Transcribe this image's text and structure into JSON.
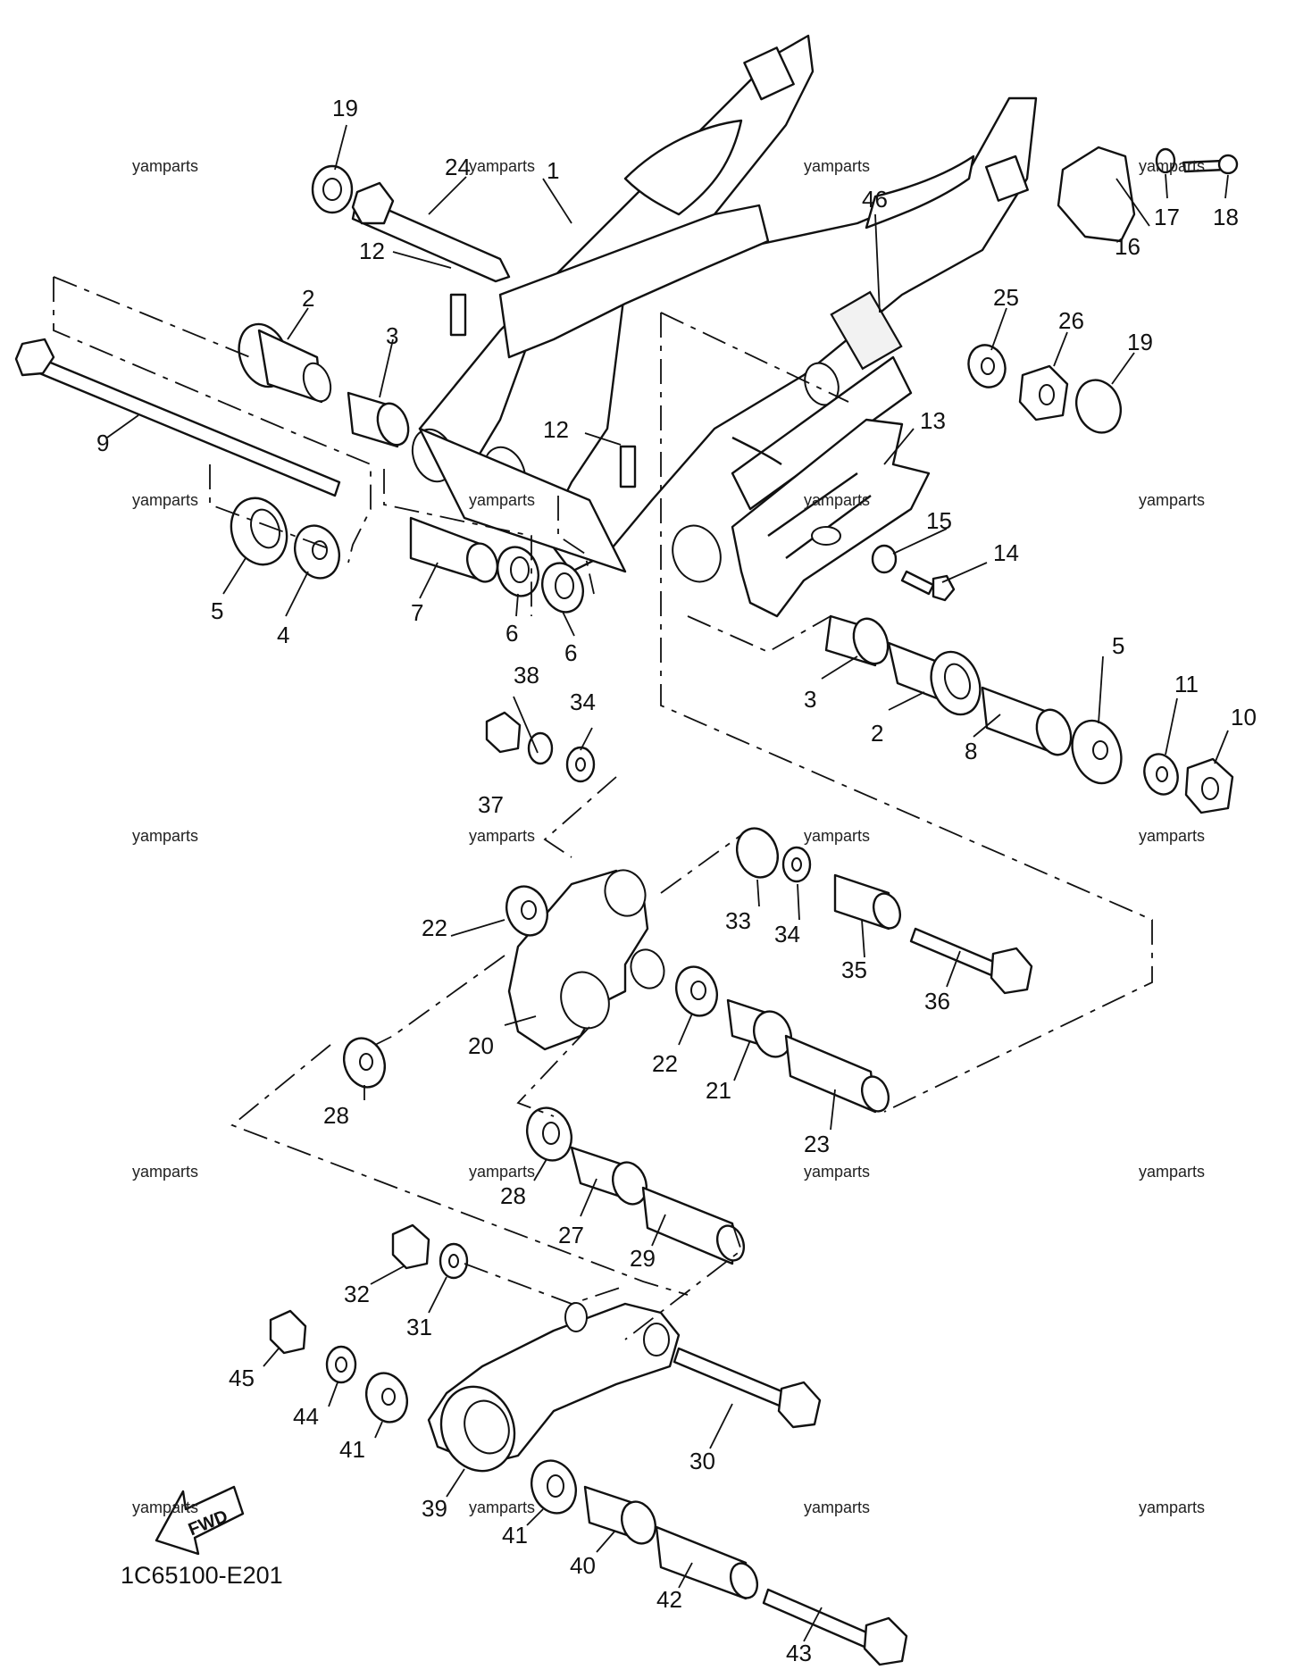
{
  "diagram_code": "1C65100-E201",
  "fwd_label": "FWD",
  "watermark": "yamparts",
  "callouts": [
    "1",
    "2",
    "3",
    "4",
    "5",
    "6",
    "7",
    "8",
    "9",
    "10",
    "11",
    "12",
    "13",
    "14",
    "15",
    "16",
    "17",
    "18",
    "19",
    "20",
    "21",
    "22",
    "23",
    "24",
    "25",
    "26",
    "27",
    "28",
    "29",
    "30",
    "31",
    "32",
    "33",
    "34",
    "35",
    "36",
    "37",
    "38",
    "39",
    "40",
    "41",
    "42",
    "43",
    "44",
    "45",
    "46"
  ]
}
